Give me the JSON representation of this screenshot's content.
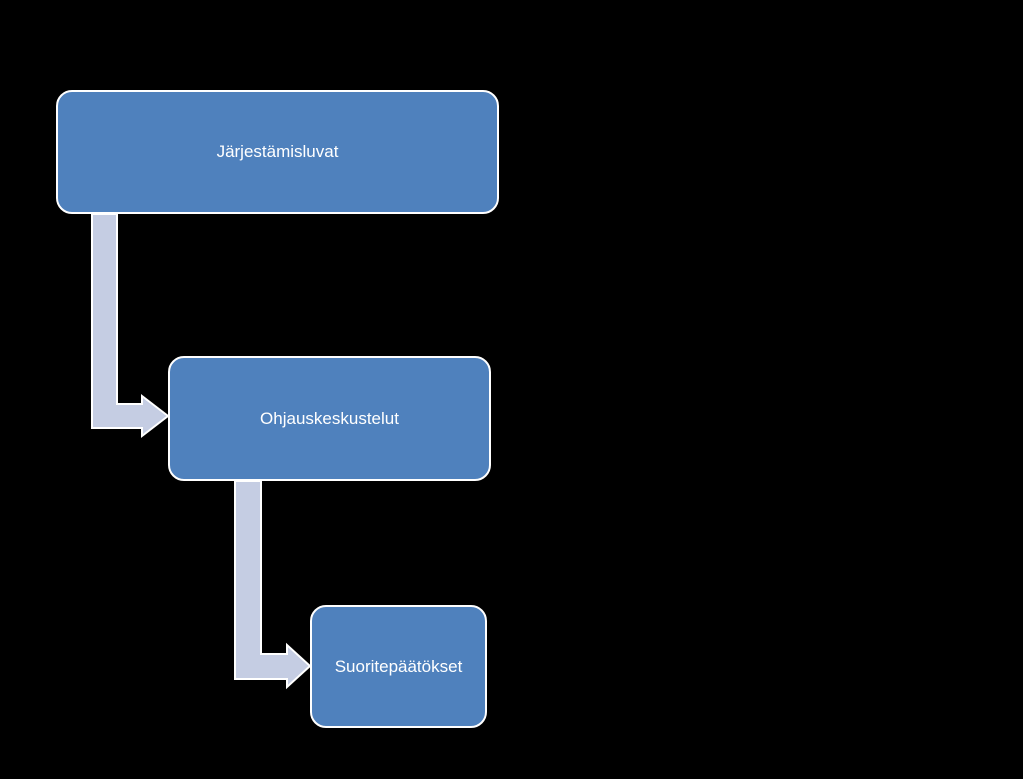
{
  "diagram": {
    "type": "process-flow",
    "nodes": [
      {
        "id": "n1",
        "label": "Järjestämisluvat"
      },
      {
        "id": "n2",
        "label": "Ohjauskeskustelut"
      },
      {
        "id": "n3",
        "label": "Suoritepäätökset"
      }
    ],
    "edges": [
      {
        "from": "n1",
        "to": "n2"
      },
      {
        "from": "n2",
        "to": "n3"
      }
    ]
  },
  "colors": {
    "background": "#000000",
    "node_fill": "#4f81bd",
    "node_border": "#ffffff",
    "arrow_fill": "#c5cde3",
    "arrow_border": "#ffffff",
    "text": "#ffffff"
  }
}
